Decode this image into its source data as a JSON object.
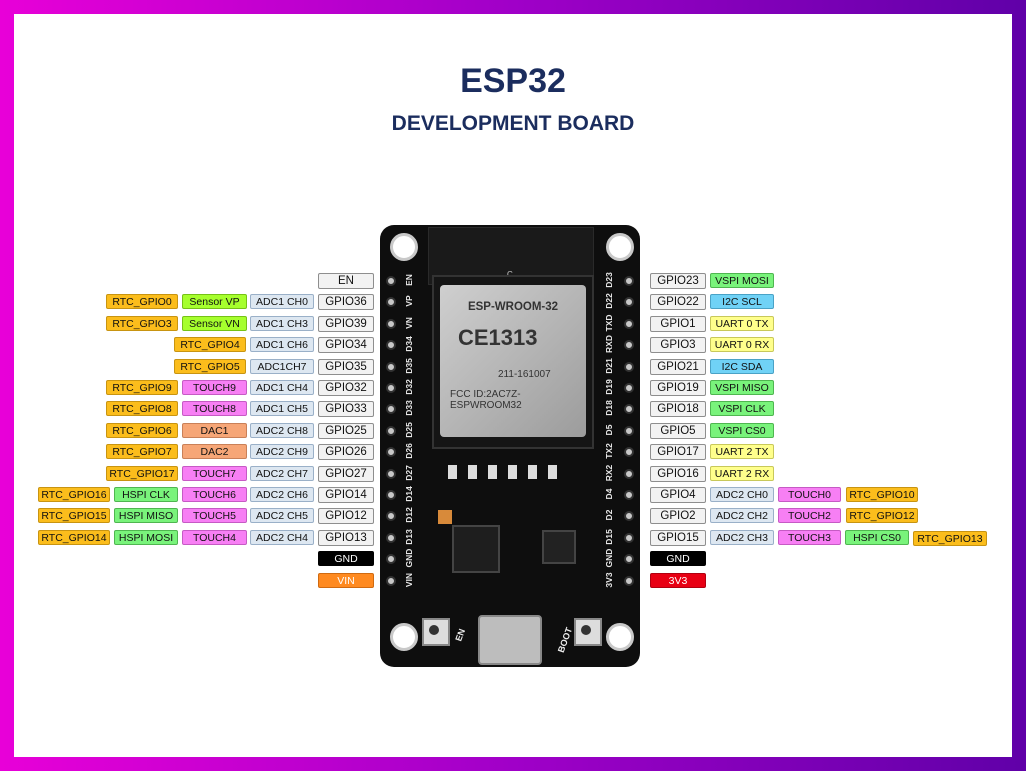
{
  "title": "ESP32",
  "subtitle": "DEVELOPMENT BOARD",
  "module": {
    "name": "ESP-WROOM-32",
    "ce": "CE1313",
    "cert": "211-161007",
    "fcc": "FCC ID:2AC7Z-ESPWROOM32",
    "letter": "C"
  },
  "buttons": {
    "en": "EN",
    "boot": "BOOT"
  },
  "left_silk": [
    "EN",
    "VP",
    "VN",
    "D34",
    "D35",
    "D32",
    "D33",
    "D25",
    "D26",
    "D27",
    "D14",
    "D12",
    "D13",
    "GND",
    "VIN"
  ],
  "right_silk": [
    "D23",
    "D22",
    "TXD",
    "RXD",
    "D21",
    "D19",
    "D18",
    "D5",
    "TX2",
    "RX2",
    "D4",
    "D2",
    "D15",
    "GND",
    "3V3"
  ],
  "left_pins": [
    {
      "gpio": "EN"
    },
    {
      "gpio": "GPIO36",
      "adc": "ADC1 CH0",
      "extra": "Sensor VP",
      "extra_cls": "sn",
      "rtc": "RTC_GPIO0"
    },
    {
      "gpio": "GPIO39",
      "adc": "ADC1 CH3",
      "extra": "Sensor VN",
      "extra_cls": "sn",
      "rtc": "RTC_GPIO3"
    },
    {
      "gpio": "GPIO34",
      "adc": "ADC1 CH6",
      "rtc": "RTC_GPIO4"
    },
    {
      "gpio": "GPIO35",
      "adc": "ADC1CH7",
      "rtc": "RTC_GPIO5"
    },
    {
      "gpio": "GPIO32",
      "adc": "ADC1 CH4",
      "extra": "TOUCH9",
      "extra_cls": "tc",
      "rtc": "RTC_GPIO9"
    },
    {
      "gpio": "GPIO33",
      "adc": "ADC1 CH5",
      "extra": "TOUCH8",
      "extra_cls": "tc",
      "rtc": "RTC_GPIO8"
    },
    {
      "gpio": "GPIO25",
      "adc": "ADC2 CH8",
      "extra": "DAC1",
      "extra_cls": "dc",
      "rtc": "RTC_GPIO6"
    },
    {
      "gpio": "GPIO26",
      "adc": "ADC2 CH9",
      "extra": "DAC2",
      "extra_cls": "dc",
      "rtc": "RTC_GPIO7"
    },
    {
      "gpio": "GPIO27",
      "adc": "ADC2 CH7",
      "extra": "TOUCH7",
      "extra_cls": "tc",
      "rtc": "RTC_GPIO17"
    },
    {
      "gpio": "GPIO14",
      "adc": "ADC2 CH6",
      "extra": "TOUCH6",
      "extra_cls": "tc",
      "spi": "HSPI CLK",
      "rtc": "RTC_GPIO16"
    },
    {
      "gpio": "GPIO12",
      "adc": "ADC2 CH5",
      "extra": "TOUCH5",
      "extra_cls": "tc",
      "spi": "HSPI MISO",
      "rtc": "RTC_GPIO15"
    },
    {
      "gpio": "GPIO13",
      "adc": "ADC2 CH4",
      "extra": "TOUCH4",
      "extra_cls": "tc",
      "spi": "HSPI MOSI",
      "rtc": "RTC_GPIO14"
    },
    {
      "power": "GND",
      "power_cls": "gn"
    },
    {
      "power": "VIN",
      "power_cls": "vn"
    }
  ],
  "right_pins": [
    {
      "gpio": "GPIO23",
      "f1": "VSPI MOSI",
      "f1_cls": "gr"
    },
    {
      "gpio": "GPIO22",
      "f1": "I2C SCL",
      "f1_cls": "bl"
    },
    {
      "gpio": "GPIO1",
      "f1": "UART 0 TX",
      "f1_cls": "ua"
    },
    {
      "gpio": "GPIO3",
      "f1": "UART 0 RX",
      "f1_cls": "ua"
    },
    {
      "gpio": "GPIO21",
      "f1": "I2C SDA",
      "f1_cls": "bl"
    },
    {
      "gpio": "GPIO19",
      "f1": "VSPI MISO",
      "f1_cls": "gr"
    },
    {
      "gpio": "GPIO18",
      "f1": "VSPI CLK",
      "f1_cls": "gr"
    },
    {
      "gpio": "GPIO5",
      "f1": "VSPI CS0",
      "f1_cls": "gr"
    },
    {
      "gpio": "GPIO17",
      "f1": "UART 2 TX",
      "f1_cls": "ua"
    },
    {
      "gpio": "GPIO16",
      "f1": "UART 2 RX",
      "f1_cls": "ua"
    },
    {
      "gpio": "GPIO4",
      "f1": "ADC2 CH0",
      "f1_cls": "ad",
      "f2": "TOUCH0",
      "f2_cls": "tc",
      "f3": "RTC_GPIO10",
      "f3_cls": "rt"
    },
    {
      "gpio": "GPIO2",
      "f1": "ADC2 CH2",
      "f1_cls": "ad",
      "f2": "TOUCH2",
      "f2_cls": "tc",
      "f3": "RTC_GPIO12",
      "f3_cls": "rt"
    },
    {
      "gpio": "GPIO15",
      "f1": "ADC2 CH3",
      "f1_cls": "ad",
      "f2": "TOUCH3",
      "f2_cls": "tc",
      "f3": "HSPI CS0",
      "f3_cls": "gr",
      "f4": "RTC_GPIO13",
      "f4_cls": "rt"
    },
    {
      "power": "GND",
      "power_cls": "gn"
    },
    {
      "power": "3V3",
      "power_cls": "v3"
    }
  ]
}
